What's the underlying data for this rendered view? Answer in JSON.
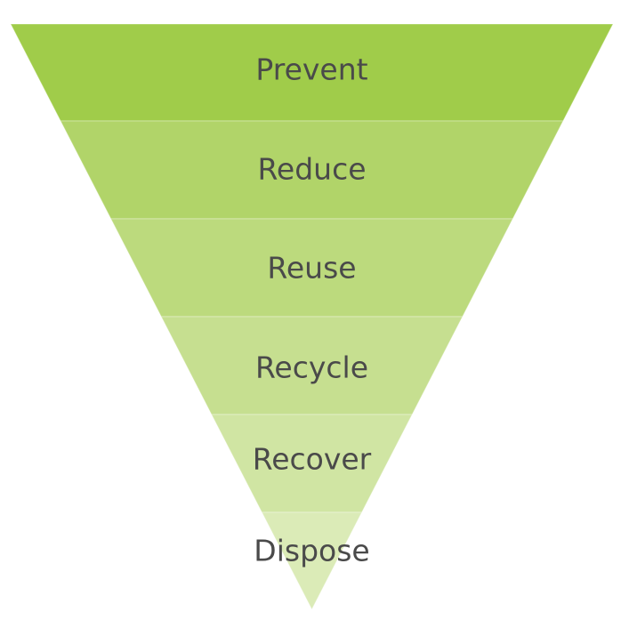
{
  "diagram": {
    "type": "inverted-pyramid",
    "tiers": [
      {
        "label": "Prevent",
        "color": "#a0cc4a"
      },
      {
        "label": "Reduce",
        "color": "#b1d469"
      },
      {
        "label": "Reuse",
        "color": "#bcda7d"
      },
      {
        "label": "Recycle",
        "color": "#c6df90"
      },
      {
        "label": "Recover",
        "color": "#d0e5a3"
      },
      {
        "label": "Dispose",
        "color": "#dbebb7"
      }
    ]
  }
}
